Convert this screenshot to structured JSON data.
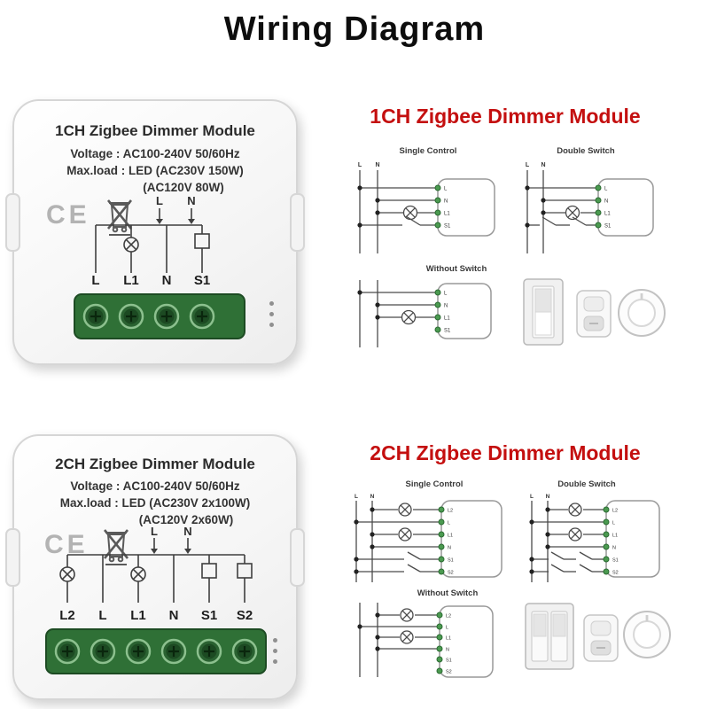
{
  "title": "Wiring Diagram",
  "colors": {
    "heading_red": "#c40f0f",
    "terminal_green": "#2f7036"
  },
  "module1": {
    "name": "1CH Zigbee Dimmer Module",
    "voltage": "Voltage : AC100-240V 50/60Hz",
    "load1": "Max.load : LED (AC230V 150W)",
    "load2": "(AC120V 80W)",
    "ce": "CE",
    "face_l": "L",
    "face_n": "N",
    "terminals": [
      "L",
      "L1",
      "N",
      "S1"
    ]
  },
  "module2": {
    "name": "2CH Zigbee Dimmer Module",
    "voltage": "Voltage : AC100-240V 50/60Hz",
    "load1": "Max.load : LED (AC230V 2x100W)",
    "load2": "(AC120V 2x60W)",
    "ce": "CE",
    "face_l": "L",
    "face_n": "N",
    "terminals": [
      "L2",
      "L",
      "L1",
      "N",
      "S1",
      "S2"
    ]
  },
  "section1": {
    "heading": "1CH Zigbee Dimmer Module",
    "single_label": "Single Control",
    "double_label": "Double Switch",
    "without_label": "Without Switch",
    "line_l": "L",
    "line_n": "N",
    "mini_terminals": [
      "L",
      "N",
      "L1",
      "S1"
    ]
  },
  "section2": {
    "heading": "2CH Zigbee Dimmer Module",
    "single_label": "Single Control",
    "double_label": "Double Switch",
    "without_label": "Without Switch",
    "line_l": "L",
    "line_n": "N",
    "mini_terminals": [
      "L2",
      "L",
      "L1",
      "N",
      "S1",
      "S2"
    ]
  }
}
